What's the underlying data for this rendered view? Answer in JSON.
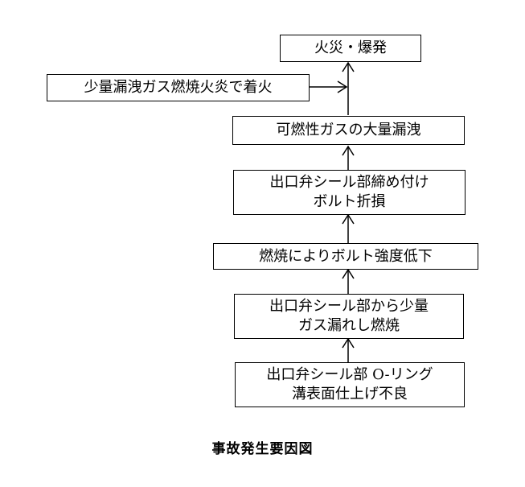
{
  "boxes": {
    "top": "火災・爆発",
    "side": "少量漏洩ガス燃焼火炎で着火",
    "leak": "可燃性ガスの大量漏洩",
    "bolt_break": [
      "出口弁シール部締め付け",
      "ボルト折損"
    ],
    "strength": "燃焼によりボルト強度低下",
    "small_leak": [
      "出口弁シール部から少量",
      "ガス漏れし燃焼"
    ],
    "root": [
      "出口弁シール部 O-リング",
      "溝表面仕上げ不良"
    ]
  },
  "caption": "事故発生要因図"
}
